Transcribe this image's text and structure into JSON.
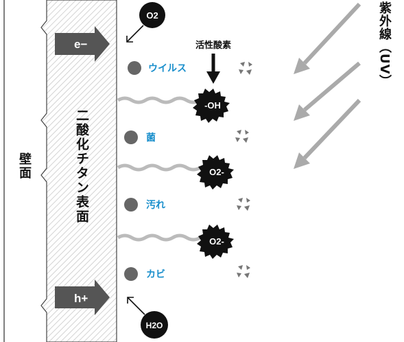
{
  "wall_label": "壁面",
  "surface_label": "二酸化チタン表面",
  "uv_label": "紫外線（UV）",
  "active_oxygen_label": "活性酸素",
  "electron_label": "e−",
  "hole_label": "h+",
  "o2_label": "O2",
  "h2o_label": "H2O",
  "radicals": [
    "-OH",
    "O2-",
    "O2-"
  ],
  "targets": [
    "ウイルス",
    "菌",
    "汚れ",
    "カビ"
  ],
  "colors": {
    "target_text": "#1a8fcc",
    "arrow_gray": "#aaaaaa",
    "dark": "#111111",
    "block_arrow": "#555555"
  }
}
